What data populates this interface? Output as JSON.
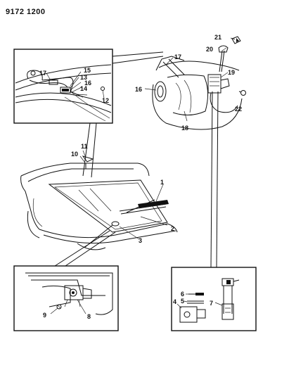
{
  "header": {
    "code": "9172 1200"
  },
  "callouts": {
    "c1": "1",
    "c2": "2",
    "c3": "3",
    "c4": "4",
    "c5": "5",
    "c6": "6",
    "c7": "7",
    "c8": "8",
    "c9": "9",
    "c10": "10",
    "c11": "11",
    "c12": "12",
    "c13": "13",
    "c14": "14",
    "c15": "15",
    "c16a": "16",
    "c16b": "16",
    "c17a": "17",
    "c17b": "17",
    "c18": "18",
    "c19": "19",
    "c20": "20",
    "c21": "21",
    "c22": "22"
  },
  "colors": {
    "ink": "#111111",
    "paper": "#ffffff"
  }
}
